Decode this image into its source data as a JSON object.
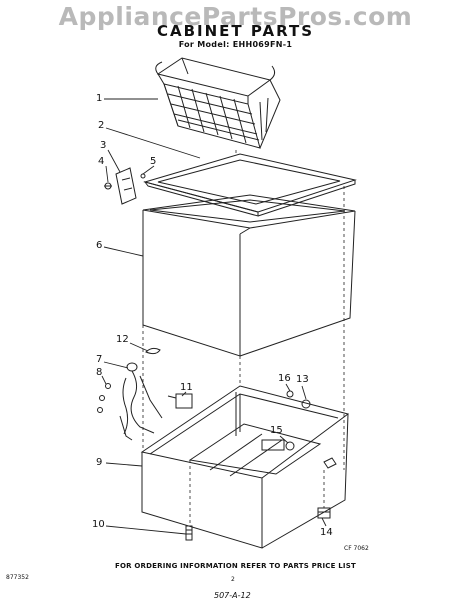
{
  "watermark": "AppliancePartsPros.com",
  "title": "CABINET PARTS",
  "model_line": "For Model: EHH069FN-1",
  "callouts": [
    "1",
    "2",
    "3",
    "4",
    "5",
    "6",
    "12",
    "7",
    "8",
    "11",
    "16",
    "13",
    "15",
    "9",
    "10",
    "14"
  ],
  "drawing_code": "CF 7062",
  "footer_note": "FOR ORDERING INFORMATION REFER TO PARTS PRICE LIST",
  "doc_number": "877352",
  "page_number": "2",
  "handwritten_mark": "507-A-12"
}
